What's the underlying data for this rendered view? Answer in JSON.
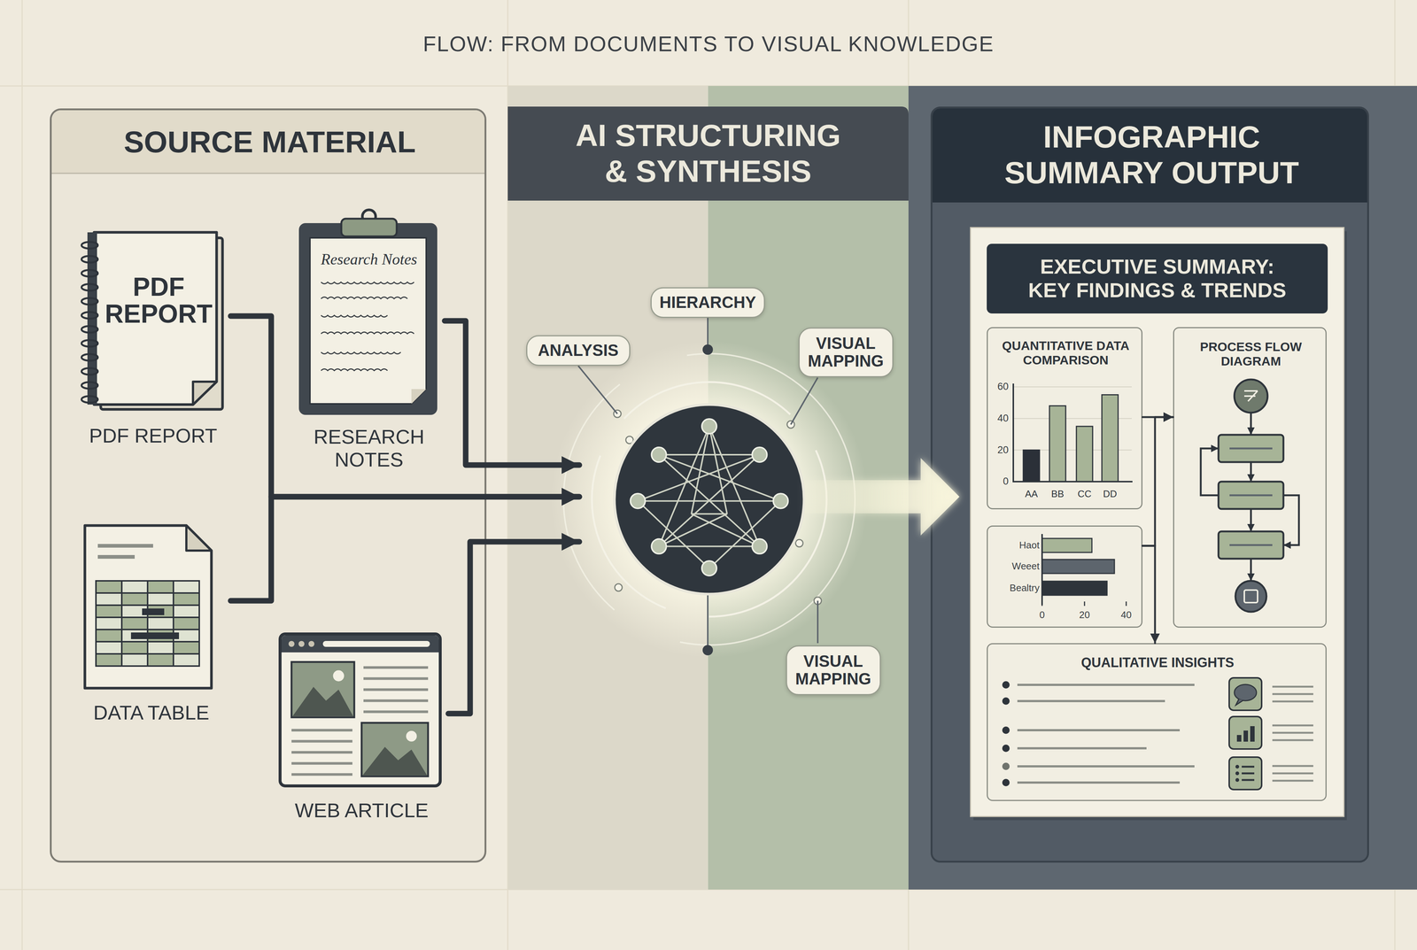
{
  "diagram": {
    "title": "FLOW: FROM DOCUMENTS TO VISUAL KNOWLEDGE",
    "nodes": [
      {
        "text": [
          "SOURCE MATERIAL"
        ]
      },
      {
        "text": [
          "PDF REPORT",
          "PDF REPORT"
        ],
        "in": 0
      },
      {
        "text": [
          "Research Notes",
          "RESEARCH NOTES"
        ],
        "in": 0
      },
      {
        "text": [
          "DATA TABLE"
        ],
        "in": 0
      },
      {
        "text": [
          "WEB ARTICLE"
        ],
        "in": 0
      },
      {
        "text": [
          "AI STRUCTURING & SYNTHESIS"
        ]
      },
      {
        "text": [
          "ANALYSIS"
        ],
        "in": 5
      },
      {
        "text": [
          "HIERARCHY"
        ],
        "in": 5
      },
      {
        "text": [
          "VISUAL MAPPING"
        ],
        "in": 5
      },
      {
        "text": [
          "VISUAL MAPPING"
        ],
        "in": 5
      },
      {
        "text": [
          "INFOGRAPHIC SUMMARY OUTPUT"
        ]
      },
      {
        "text": [
          "EXECUTIVE SUMMARY: KEY FINDINGS & TRENDS"
        ],
        "in": 10
      },
      {
        "text": [
          "QUANTITATIVE DATA COMPARISON",
          "60",
          "40",
          "20",
          "0",
          "AA",
          "BB",
          "CC",
          "DD"
        ],
        "in": 10
      },
      {
        "text": [
          "PROCESS FLOW DIAGRAM"
        ],
        "in": 10
      },
      {
        "text": [
          "Haot",
          "Weeet",
          "Bealtry",
          "0",
          "20",
          "40"
        ],
        "in": 10
      },
      {
        "text": [
          "QUALITATIVE INSIGHTS"
        ],
        "in": 10
      }
    ],
    "edges": [
      {
        "from": 1,
        "to": 5,
        "arrow": "to"
      },
      {
        "from": 2,
        "to": 5,
        "arrow": "to"
      },
      {
        "from": 3,
        "to": 5,
        "arrow": "to"
      },
      {
        "from": 4,
        "to": 5,
        "arrow": "to"
      },
      {
        "from": 5,
        "to": 10,
        "arrow": "to"
      },
      {
        "from": 12,
        "to": 13,
        "arrow": "to"
      },
      {
        "from": 14,
        "to": 13,
        "arrow": "to"
      },
      {
        "from": 14,
        "to": 15,
        "arrow": "to"
      }
    ]
  }
}
